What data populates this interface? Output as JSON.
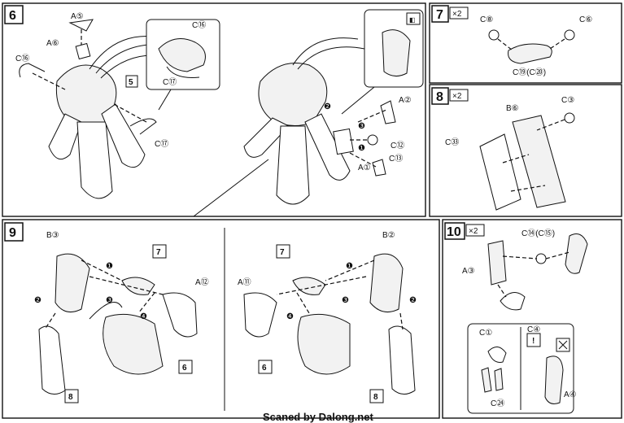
{
  "steps": {
    "s6": {
      "number": "6"
    },
    "s7": {
      "number": "7",
      "qty": "×2"
    },
    "s8": {
      "number": "8",
      "qty": "×2"
    },
    "s9": {
      "number": "9"
    },
    "s10": {
      "number": "10",
      "qty": "×2"
    }
  },
  "labels": {
    "a5": "A⑤",
    "a6": "A⑥",
    "c16": "C⑯",
    "c16b": "C⑯",
    "c17": "C⑰",
    "c17b": "C⑰",
    "ref5": "5",
    "a2": "A②",
    "c12": "C⑫",
    "c13": "C⑬",
    "a1": "A①",
    "s7_c8": "C⑧",
    "s7_c6": "C⑥",
    "s7_c19": "C⑲(C⑳)",
    "s8_b6": "B⑥",
    "s8_c3": "C③",
    "s8_c33": "C㉝",
    "s9_b3": "B③",
    "s9_a12": "A⑫",
    "s9_ref7": "7",
    "s9_ref6": "6",
    "s9_ref8": "8",
    "s9r_b2": "B②",
    "s9r_a11": "A⑪",
    "s9r_ref7": "7",
    "s9r_ref6": "6",
    "s9r_ref8": "8",
    "s10_c14": "C⑭(C⑮)",
    "s10_a3": "A③",
    "s10_c1": "C①",
    "s10_c24": "C㉔",
    "s10_c4": "C④",
    "s10_a4": "A④"
  },
  "order": {
    "o1": "❶",
    "o2": "❷",
    "o3": "❸",
    "o4": "❹"
  },
  "credit": "Scaned by Dalong.net"
}
